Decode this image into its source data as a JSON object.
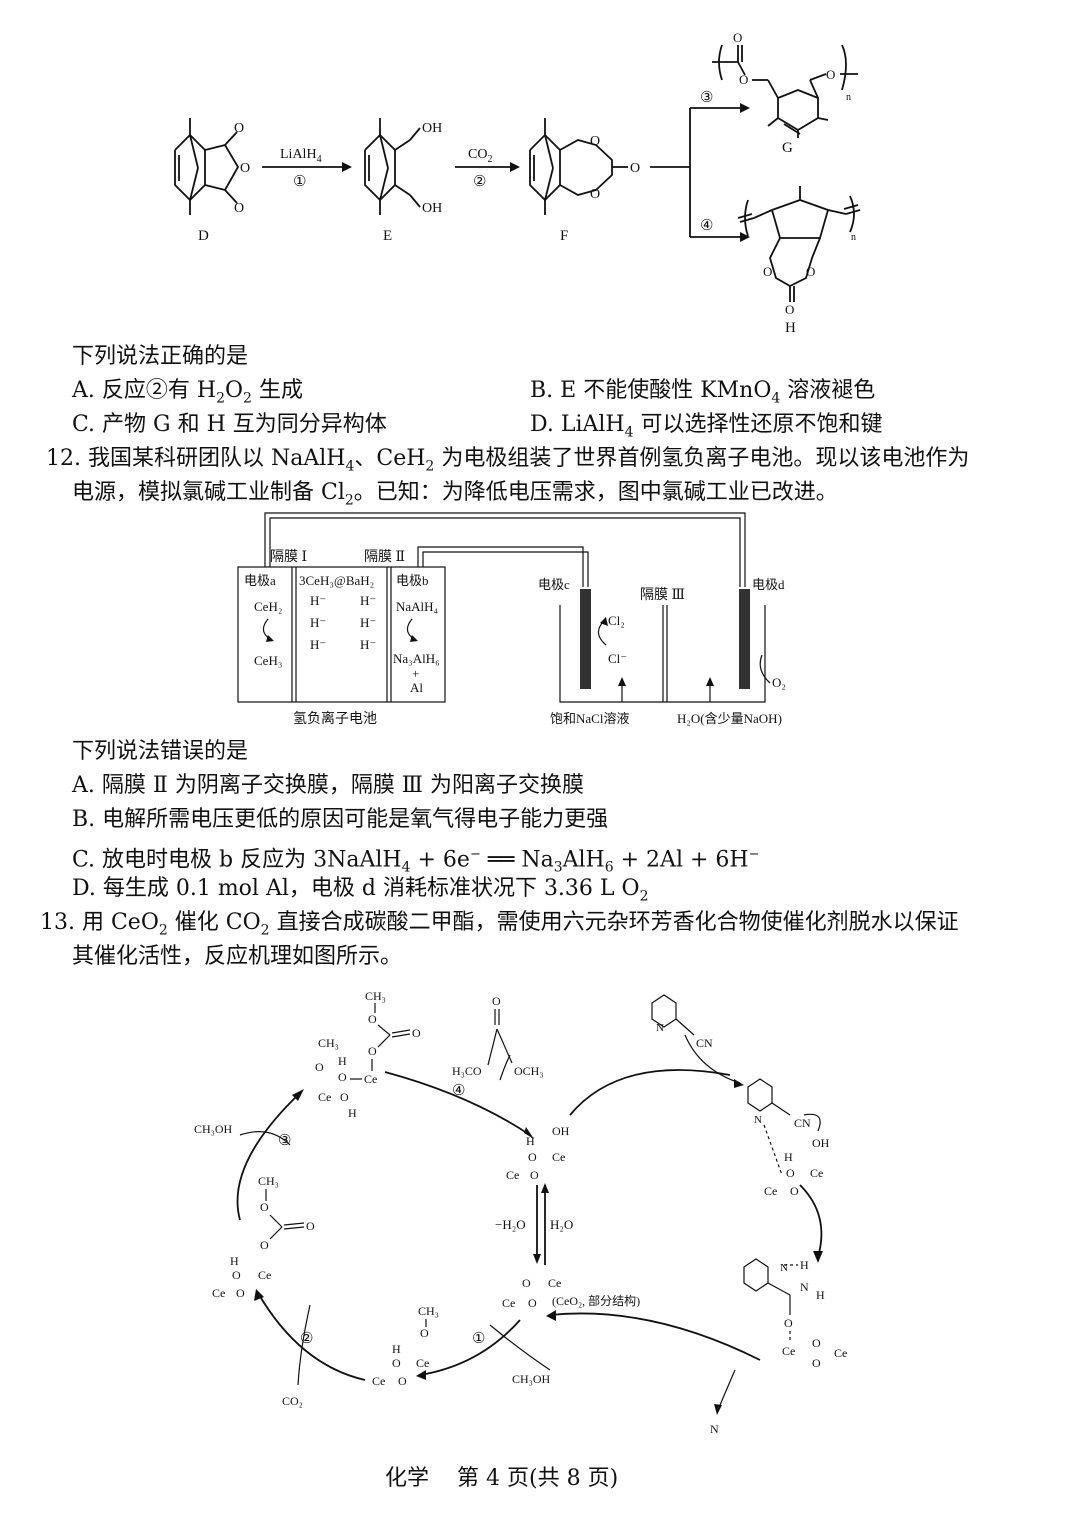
{
  "top_scheme": {
    "labels": {
      "D": "D",
      "E": "E",
      "F": "F",
      "G": "G",
      "H": "H"
    },
    "arrow1": {
      "reagent": "LiAlH",
      "reagent_sub": "4",
      "step": "①"
    },
    "arrow2": {
      "reagent": "CO",
      "reagent_sub": "2",
      "step": "②"
    },
    "step3": "③",
    "step4": "④",
    "oh": "OH",
    "o": "O",
    "n": "n"
  },
  "q11": {
    "prompt": "下列说法正确的是",
    "opt_a": {
      "pre": "A. 反应②有 H",
      "s1": "2",
      "mid": "O",
      "s2": "2",
      "post": " 生成"
    },
    "opt_b": {
      "pre": "B. E 不能使酸性 KMnO",
      "s1": "4",
      "post": " 溶液褪色"
    },
    "opt_c": "C. 产物 G 和 H 互为同分异构体",
    "opt_d": {
      "pre": "D. LiAlH",
      "s1": "4",
      "post": " 可以选择性还原不饱和键"
    }
  },
  "q12": {
    "line1": {
      "pre": "12. 我国某科研团队以 NaAlH",
      "s1": "4",
      "mid": "、CeH",
      "s2": "2",
      "post": " 为电极组装了世界首例氢负离子电池。现以该电池作为"
    },
    "line2": {
      "pre": "电源，模拟氯碱工业制备 Cl",
      "s1": "2",
      "post": "。已知：为降低电压需求，图中氯碱工业已改进。"
    },
    "diagram": {
      "membrane1": "隔膜 Ⅰ",
      "membrane2": "隔膜 Ⅱ",
      "membrane3": "隔膜 Ⅲ",
      "electrode_a": "电极a",
      "electrode_b": "电极b",
      "electrode_c": "电极c",
      "electrode_d": "电极d",
      "electrolyte": "3CeH₃@BaH₂",
      "hminus": "H⁻",
      "ceh2": "CeH₂",
      "ceh3": "CeH₃",
      "naalh4": "NaAlH₄",
      "na3alh6": "Na₃AlH₆",
      "plus": "+",
      "al": "Al",
      "cl2": "Cl₂",
      "clminus": "Cl⁻",
      "o2": "O₂",
      "battery_caption": "氢负离子电池",
      "nacl_caption": "饱和NaCl溶液",
      "h2o_caption": "H₂O(含少量NaOH)"
    },
    "prompt": "下列说法错误的是",
    "opt_a": "A. 隔膜 Ⅱ 为阴离子交换膜，隔膜 Ⅲ 为阳离子交换膜",
    "opt_b": "B. 电解所需电压更低的原因可能是氧气得电子能力更强",
    "opt_c": {
      "pre": "C. 放电时电极 b 反应为 3NaAlH",
      "s1": "4",
      "m1": " + 6e",
      "sup1": "−",
      "m2": " ══ Na",
      "s2": "3",
      "m3": "AlH",
      "s3": "6",
      "post": " + 2Al + 6H",
      "sup2": "−"
    },
    "opt_d": {
      "pre": "D. 每生成 0.1 mol Al，电极 d 消耗标准状况下 3.36 L O",
      "s1": "2"
    }
  },
  "q13": {
    "line1": {
      "pre": "13. 用 CeO",
      "s1": "2",
      "mid": " 催化 CO",
      "s2": "2",
      "post": " 直接合成碳酸二甲酯，需使用六元杂环芳香化合物使催化剂脱水以保证"
    },
    "line2": "其催化活性，反应机理如图所示。",
    "cycle": {
      "ch3": "CH₃",
      "ch3oh": "CH₃OH",
      "h3co": "H₃CO",
      "och3": "OCH₃",
      "co2": "CO₂",
      "o": "O",
      "h": "H",
      "oh": "OH",
      "ce": "Ce",
      "n": "N",
      "cn": "CN",
      "minus_h2o": "−H₂O",
      "h2o": "H₂O",
      "ceo2_note": "(CeO₂, 部分结构)",
      "s1": "①",
      "s2": "②",
      "s3": "③",
      "s4": "④"
    }
  },
  "footer": {
    "subject": "化学",
    "page": "第 4 页(共 8 页)"
  }
}
